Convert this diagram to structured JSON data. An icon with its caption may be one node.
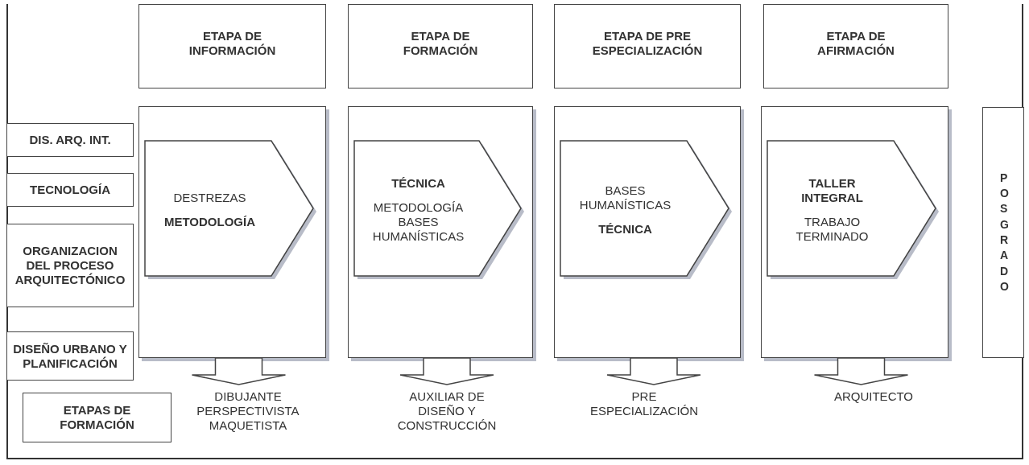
{
  "diagram": {
    "nodes": [
      {
        "text": [
          "ETAPA DE INFORMACIÓN"
        ]
      },
      {
        "text": [
          "ETAPA DE FORMACIÓN"
        ]
      },
      {
        "text": [
          "ETAPA DE PRE ESPECIALIZACIÓN"
        ]
      },
      {
        "text": [
          "ETAPA DE AFIRMACIÓN"
        ]
      },
      {
        "text": [],
        "shape": "box"
      },
      {
        "text": [],
        "shape": "box"
      },
      {
        "text": [],
        "shape": "box"
      },
      {
        "text": [],
        "shape": "box"
      },
      {
        "text": [
          "DESTREZAS",
          "**METODOLOGÍA**"
        ],
        "in": 4
      },
      {
        "text": [
          "**TÉCNICA**",
          "METODOLOGÍA BASES HUMANÍSTICAS"
        ],
        "in": 5
      },
      {
        "text": [
          "BASES HUMANÍSTICAS",
          "**TÉCNICA**"
        ],
        "in": 6
      },
      {
        "text": [
          "**TALLER INTEGRAL**",
          "TRABAJO TERMINADO"
        ],
        "in": 7
      },
      {
        "text": [
          "DIS. ARQ. INT."
        ]
      },
      {
        "text": [
          "TECNOLOGÍA"
        ]
      },
      {
        "text": [
          "ORGANIZACION DEL PROCESO ARQUITECTÓNICO"
        ]
      },
      {
        "text": [
          "DISEÑO URBANO Y PLANIFICACIÓN"
        ]
      },
      {
        "text": [
          "ETAPAS DE FORMACIÓN"
        ]
      },
      {
        "text": [
          "POSGRADO"
        ]
      },
      {
        "text": [
          "DIBUJANTE PERSPECTIVISTA MAQUETISTA"
        ]
      },
      {
        "text": [
          "AUXILIAR DE DISEÑO Y CONSTRUCCIÓN"
        ]
      },
      {
        "text": [
          "PRE ESPECIALIZACIÓN"
        ]
      },
      {
        "text": [
          "ARQUITECTO"
        ]
      }
    ],
    "edges": [
      {
        "from": 4,
        "to": 18,
        "arrow": "to"
      },
      {
        "from": 5,
        "to": 19,
        "arrow": "to"
      },
      {
        "from": 6,
        "to": 20,
        "arrow": "to"
      },
      {
        "from": 7,
        "to": 21,
        "arrow": "to"
      }
    ]
  }
}
